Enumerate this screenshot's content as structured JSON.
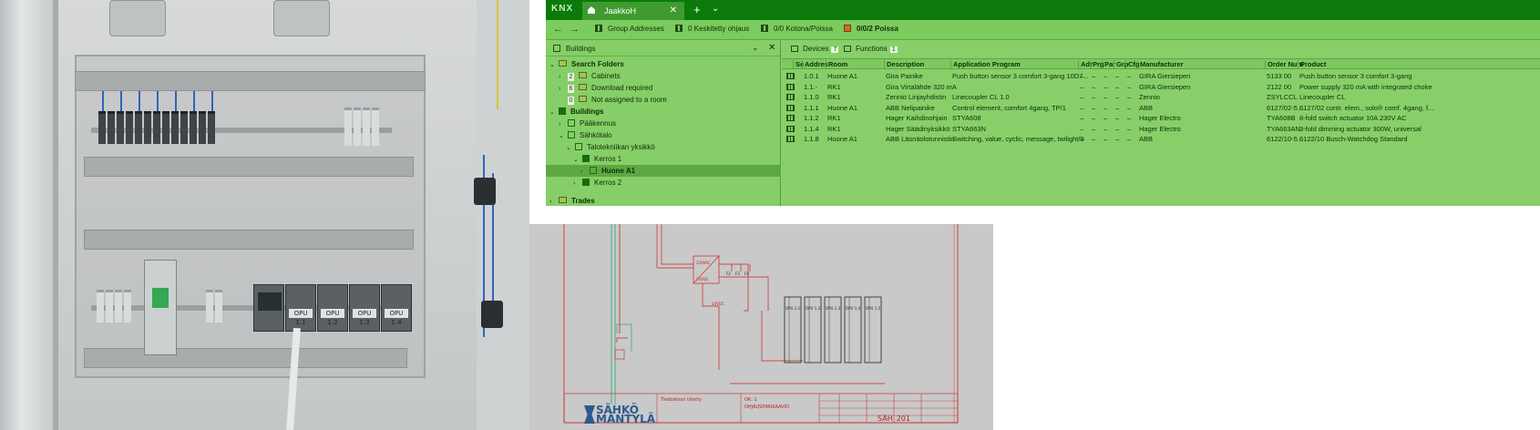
{
  "schematic": {
    "company_logo_text": [
      "SÄHKÖ",
      "MÄNTYLÄ"
    ],
    "sheet_no": "SÄH_201",
    "psu_top": "230VAC",
    "psu_bottom": "24VDC",
    "fuses": [
      "F2",
      "F3",
      "F4"
    ],
    "feed_label": "24VDC",
    "module_labels": [
      "OPU 1.1",
      "OPU 1.2",
      "OPU 1.3",
      "OPU 1.4",
      "OPU 1.5"
    ],
    "title_block": {
      "designer": "Tiedostoon liitetty",
      "title_line1": "OK: 1",
      "title_line2": "OHJAUSPIIRIKAAVIO"
    }
  },
  "knx": {
    "logo": "KNX",
    "project_tab": "JaakkoH",
    "tab_close": "✕",
    "new_tab": "+",
    "tab_menu": "⌄",
    "breadcrumbs": [
      "Group Addresses",
      "0 Keskitetty ohjaus",
      "0/0 Kotona/Poissa",
      "0/0/2 Poissa"
    ],
    "left_panel": {
      "title": "Buildings",
      "tree": [
        {
          "label": "Search Folders",
          "bold": true
        },
        {
          "count": "2",
          "label": "Cabinets"
        },
        {
          "count": "6",
          "label": "Download required"
        },
        {
          "count": "0",
          "label": "Not assigned to a room"
        },
        {
          "label": "Buildings",
          "bold": true
        },
        {
          "label": "Pääkennus"
        },
        {
          "label": "Sähkötalo"
        },
        {
          "label": "Talotekniikan yksikkö"
        },
        {
          "label": "Kerros 1"
        },
        {
          "label": "Huone A1"
        },
        {
          "label": "Kerros 2"
        },
        {
          "label": "Trades",
          "bold": true
        }
      ]
    },
    "right_panel": {
      "tabs": [
        {
          "label": "Devices",
          "count": "7"
        },
        {
          "label": "Functions",
          "count": "1"
        }
      ],
      "columns": [
        "Se",
        "Addres",
        "Room",
        "Description",
        "Application Program",
        "Adr",
        "Prg",
        "Par",
        "Grp",
        "Cfg",
        "Manufacturer",
        "Order Num",
        "Product"
      ],
      "rows": [
        [
          "1.0.1",
          "Huone A1",
          "Gira Painike",
          "Push button sensor 3 comfort 3-gang 10D7...",
          "–",
          "–",
          "–",
          "–",
          "–",
          "GIRA Giersiepen",
          "5133 00",
          "Push button sensor 3 comfort 3-gang"
        ],
        [
          "1.1.-",
          "RK1",
          "Gira Virtalähde 320 mA",
          "",
          "–",
          "–",
          "–",
          "–",
          "–",
          "GIRA Giersiepen",
          "2122 00",
          "Power supply 320 mA with integrated choke"
        ],
        [
          "1.1.0",
          "RK1",
          "Zennio Linjayhdistin",
          "Linecoupler CL 1.0",
          "–",
          "–",
          "–",
          "–",
          "–",
          "Zennio",
          "ZSYLCCL",
          "Linecoupler CL"
        ],
        [
          "1.1.1",
          "Huone A1",
          "ABB Nelipainike",
          "Control element, comfort 4gang, TP/1",
          "–",
          "–",
          "–",
          "–",
          "–",
          "ABB",
          "6127/02-5...",
          "6127/02 contr. elem., solo® comf. 4gang, f..."
        ],
        [
          "1.1.2",
          "RK1",
          "Hager Kaihdinohjain",
          "STYA608",
          "–",
          "–",
          "–",
          "–",
          "–",
          "Hager Electro",
          "TYA608B",
          "8-fold switch actuator 10A 230V AC"
        ],
        [
          "1.1.4",
          "RK1",
          "Hager Säädinyksikkö",
          "STYA663N",
          "–",
          "–",
          "–",
          "–",
          "–",
          "Hager Electro",
          "TYA663AN",
          "3-fold dimming actuator 300W, universal"
        ],
        [
          "1.1.8",
          "Huone A1",
          "ABB Läsnäolotunnistin",
          "Switching, value, cyclic, message, twilight/9",
          "–",
          "–",
          "–",
          "–",
          "–",
          "ABB",
          "6122/10-5...",
          "6122/10 Busch-Watchdog Standard"
        ]
      ]
    }
  }
}
